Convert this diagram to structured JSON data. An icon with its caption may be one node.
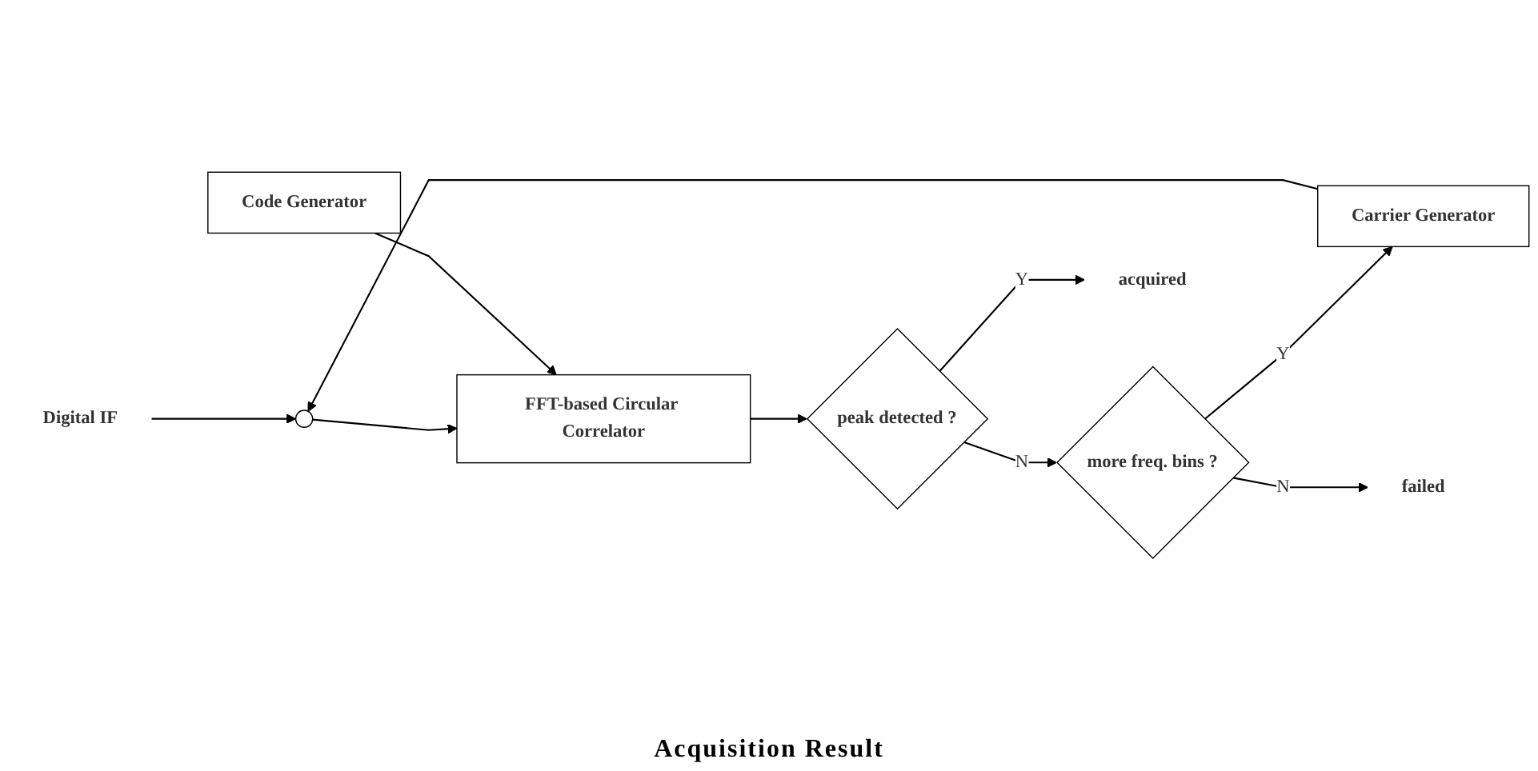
{
  "diagram": {
    "nodes": [
      {
        "text": [
          "Digital IF"
        ]
      },
      {
        "text": [],
        "shape": "circle"
      },
      {
        "text": [
          "FFT-based Circular Correlator"
        ]
      },
      {
        "text": [
          "Code Generator"
        ]
      },
      {
        "text": [
          "Carrier Generator"
        ]
      },
      {
        "text": [
          "peak detected ?"
        ]
      },
      {
        "text": [
          "more freq. bins ?"
        ]
      },
      {
        "text": [
          "failed"
        ]
      },
      {
        "text": [
          "acquired"
        ]
      }
    ],
    "edges": [
      {
        "from": 0,
        "to": 1,
        "arrow": "to"
      },
      {
        "from": 1,
        "to": 2,
        "arrow": "to"
      },
      {
        "from": 3,
        "to": 2,
        "arrow": "to"
      },
      {
        "from": 2,
        "to": 5,
        "arrow": "to"
      },
      {
        "from": 5,
        "to": 6,
        "arrow": "to",
        "label": "N"
      },
      {
        "from": 6,
        "to": 4,
        "arrow": "to",
        "label": "Y"
      },
      {
        "from": 4,
        "to": 1,
        "arrow": "to"
      },
      {
        "from": 6,
        "to": 7,
        "arrow": "to",
        "label": "N"
      },
      {
        "from": 5,
        "to": 8,
        "arrow": "to",
        "label": "Y"
      }
    ],
    "labels": [
      "Acquisition Result"
    ]
  }
}
